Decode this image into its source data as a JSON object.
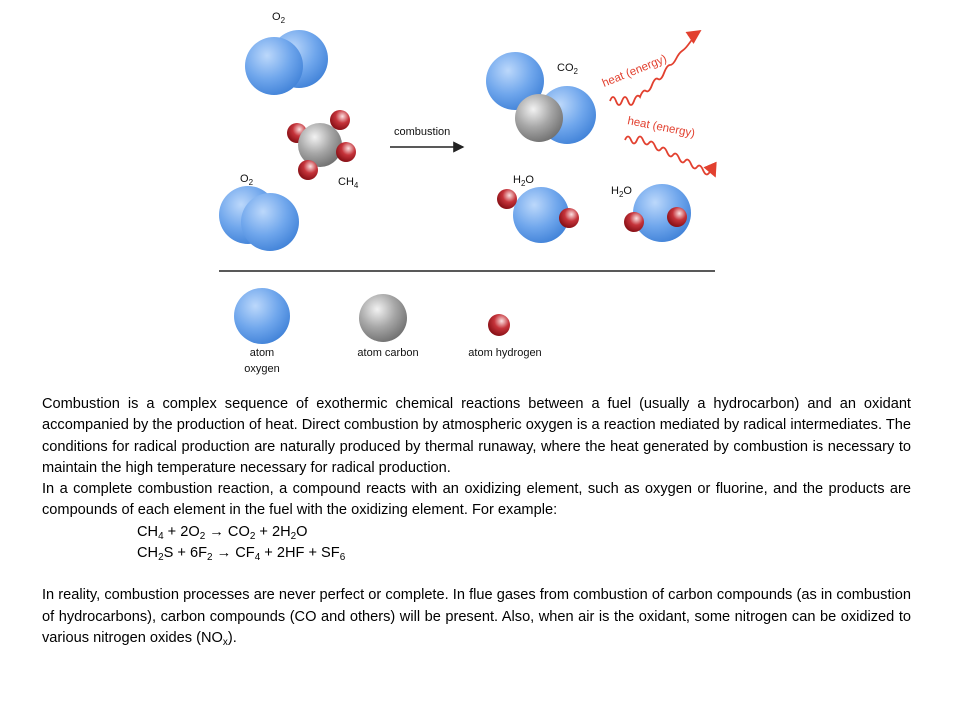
{
  "diagram": {
    "labels": {
      "o2_top": "O",
      "o2_left": "O",
      "ch4": "CH",
      "co2": "CO",
      "h2o_a": "H",
      "h2o_b": "H",
      "arrow": "combustion",
      "heat1": "heat (energy)",
      "heat2": "heat (energy)"
    },
    "subscripts": {
      "two": "2",
      "four": "4"
    },
    "legend": {
      "oxygen_line1": "atom",
      "oxygen_line2": "oxygen",
      "carbon": "atom carbon",
      "hydrogen": "atom hydrogen"
    },
    "colors": {
      "oxygen": "#5b9ae8",
      "carbon": "#8e8e8e",
      "hydrogen": "#b5121b",
      "heat": "#e2402f"
    }
  },
  "text": {
    "p1": "Combustion is a complex sequence of exothermic chemical reactions between a fuel (usually a hydrocarbon) and an oxidant accompanied by the production of heat. Direct combustion by atmospheric oxygen is a reaction mediated by radical intermediates. The conditions for radical production are naturally produced by thermal runaway, where the heat generated by combustion is necessary to maintain the high temperature necessary for radical production.",
    "p2": "In a complete combustion reaction, a compound reacts with an oxidizing element, such as oxygen or fluorine, and the products are compounds of each element in the fuel with the oxidizing element. For example:",
    "eq1": {
      "a": "CH",
      "a_sub": "4",
      "b": " + 2O",
      "b_sub": "2",
      "c": " → CO",
      "c_sub": "2",
      "d": " + 2H",
      "d_sub": "2",
      "e": "O"
    },
    "eq2": {
      "a": "CH",
      "a_sub": "2",
      "b": "S + 6F",
      "b_sub": "2",
      "c": " → CF",
      "c_sub": "4",
      "d": " + 2HF + SF",
      "d_sub": "6"
    },
    "p3": {
      "main": "In reality, combustion processes are never perfect or complete. In flue gases from combustion of carbon compounds (as in combustion of hydrocarbons), carbon compounds (CO and others) will be present. Also, when air is the oxidant, some nitrogen can be oxidized to various nitrogen oxides (NO",
      "sub": "x",
      "end": ")."
    }
  }
}
